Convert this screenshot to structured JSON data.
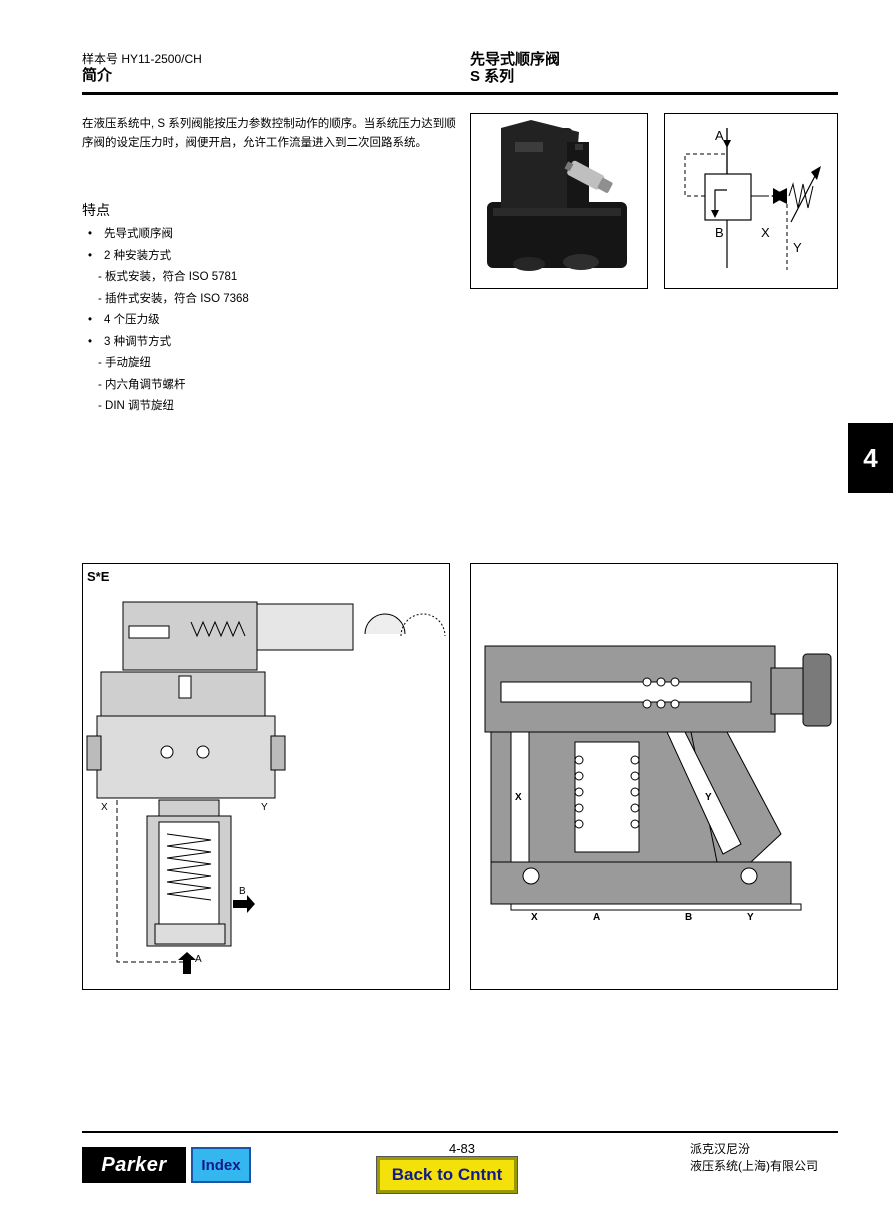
{
  "header": {
    "catalog_no": "样本号 HY11-2500/CH",
    "section": "简介",
    "title": "先导式顺序阀",
    "series": "S 系列"
  },
  "intro": "在液压系统中, S 系列阀能按压力参数控制动作的顺序。当系统压力达到顺序阀的设定压力时，阀便开启，允许工作流量进入到二次回路系统。",
  "features": {
    "title": "特点",
    "items": [
      {
        "kind": "bullet",
        "text": "先导式顺序阀"
      },
      {
        "kind": "bullet",
        "text": "2 种安装方式"
      },
      {
        "kind": "sub",
        "text": "- 板式安装，符合 ISO 5781"
      },
      {
        "kind": "sub",
        "text": "- 插件式安装，符合 ISO 7368"
      },
      {
        "kind": "bullet",
        "text": "4 个压力级"
      },
      {
        "kind": "bullet",
        "text": "3 种调节方式"
      },
      {
        "kind": "sub",
        "text": "- 手动旋纽"
      },
      {
        "kind": "sub",
        "text": "- 内六角调节螺杆"
      },
      {
        "kind": "sub",
        "text": "- DIN 调节旋纽"
      }
    ]
  },
  "symbol": {
    "A": "A",
    "B": "B",
    "X": "X",
    "Y": "Y"
  },
  "section_tab": "4",
  "drawing_left": {
    "title": "S*E",
    "labels": {
      "X": "X",
      "Y": "Y",
      "B": "B",
      "A": "A"
    }
  },
  "drawing_right": {
    "labels": {
      "X": "X",
      "Y": "Y",
      "bottom_X": "X",
      "bottom_A": "A",
      "bottom_B": "B",
      "bottom_Y": "Y"
    }
  },
  "footer": {
    "logo": "Parker",
    "index_label": "Index",
    "page_number": "4-83",
    "back_label": "Back to Cntnt",
    "company_line1": "派克汉尼汾",
    "company_line2": "液压系统(上海)有限公司"
  },
  "colors": {
    "index_bg": "#34b7ee",
    "back_bg": "#f5e10a",
    "tab_bg": "#000000"
  }
}
